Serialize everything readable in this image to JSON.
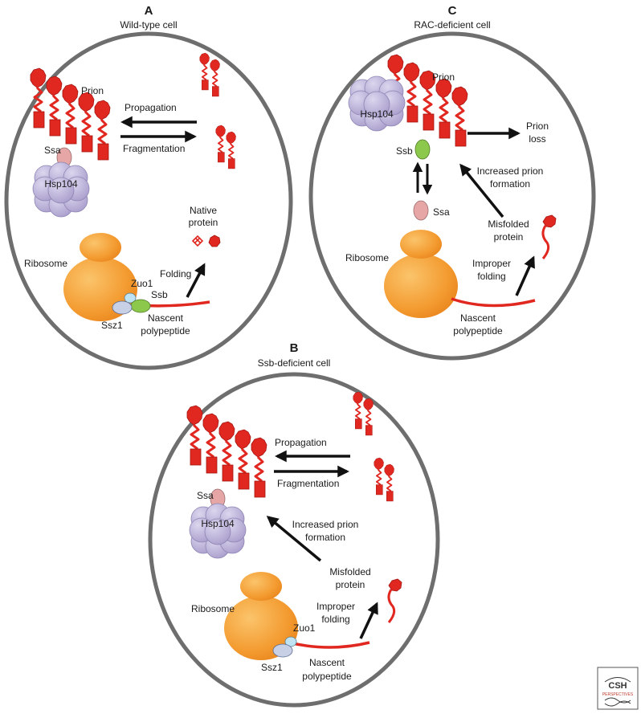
{
  "panels": {
    "a": {
      "letter": "A",
      "title": "Wild-type cell",
      "prion": "Prion",
      "propagation": "Propagation",
      "fragmentation": "Fragmentation",
      "ssa": "Ssa",
      "hsp104": "Hsp104",
      "native_1": "Native",
      "native_2": "protein",
      "folding": "Folding",
      "ribosome": "Ribosome",
      "zuo1": "Zuo1",
      "ssb": "Ssb",
      "ssz1": "Ssz1",
      "nascent_1": "Nascent",
      "nascent_2": "polypeptide"
    },
    "b": {
      "letter": "B",
      "title": "Ssb-deficient cell",
      "propagation": "Propagation",
      "fragmentation": "Fragmentation",
      "ssa": "Ssa",
      "hsp104": "Hsp104",
      "increased_1": "Increased prion",
      "increased_2": "formation",
      "misfolded_1": "Misfolded",
      "misfolded_2": "protein",
      "improper_1": "Improper",
      "improper_2": "folding",
      "ribosome": "Ribosome",
      "zuo1": "Zuo1",
      "ssz1": "Ssz1",
      "nascent_1": "Nascent",
      "nascent_2": "polypeptide"
    },
    "c": {
      "letter": "C",
      "title": "RAC-deficient cell",
      "prion": "Prion",
      "hsp104": "Hsp104",
      "prion_loss_1": "Prion",
      "prion_loss_2": "loss",
      "ssb": "Ssb",
      "ssa": "Ssa",
      "increased_1": "Increased prion",
      "increased_2": "formation",
      "misfolded_1": "Misfolded",
      "misfolded_2": "protein",
      "improper_1": "Improper",
      "improper_2": "folding",
      "ribosome": "Ribosome",
      "nascent_1": "Nascent",
      "nascent_2": "polypeptide"
    }
  },
  "logo": {
    "main": "CSH",
    "sub": "PERSPECTIVES"
  },
  "colors": {
    "cell_outline": "#6e6e6e",
    "prion_red": "#e12820",
    "ribosome_orange": "#f5a038",
    "hsp104_purple": "#b9b0d4",
    "ssa_pink": "#e6a6a6",
    "ssb_green": "#8cc84b",
    "zuo1_blue": "#bfe3f2",
    "ssz1_lavender": "#c8d0e6",
    "arrow": "#111111"
  }
}
